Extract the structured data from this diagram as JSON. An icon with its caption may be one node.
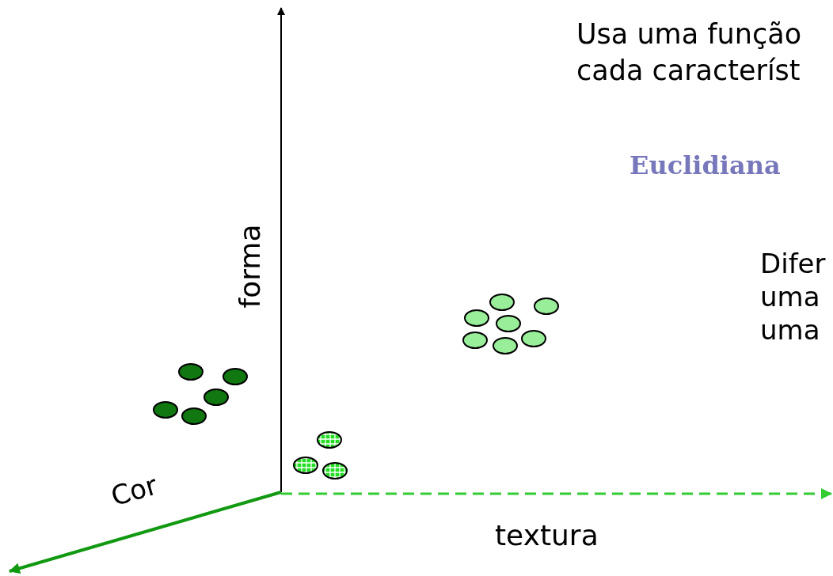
{
  "diagram": {
    "labels": [
      "Usa uma função cada característ",
      "Euclidiana",
      "Difer uma uma",
      "forma",
      "Cor",
      "textura"
    ]
  }
}
